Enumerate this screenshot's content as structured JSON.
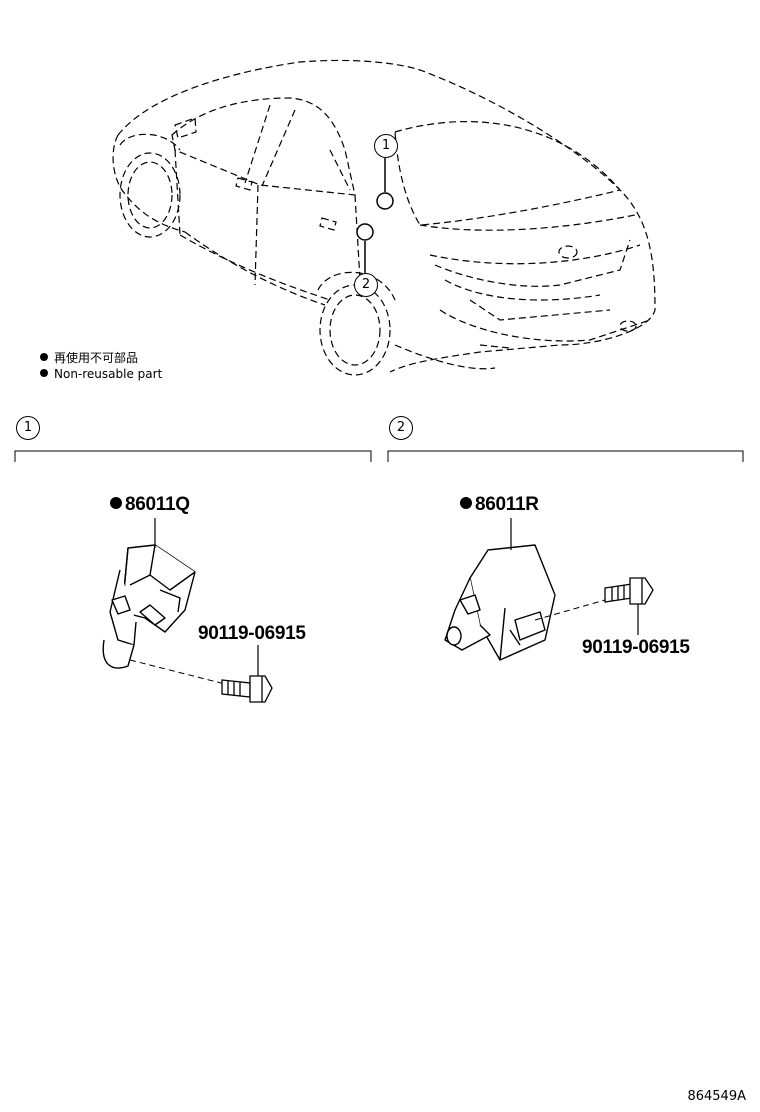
{
  "legend": {
    "line_jp": "再使用不可部品",
    "line_en": "Non-reusable part"
  },
  "callouts": {
    "one": "1",
    "two": "2"
  },
  "section_1": {
    "index": "1",
    "sensor_part": "86011Q",
    "bolt_part": "90119-06915"
  },
  "section_2": {
    "index": "2",
    "sensor_part": "86011R",
    "bolt_part": "90119-06915"
  },
  "diagram_code": "864549A"
}
